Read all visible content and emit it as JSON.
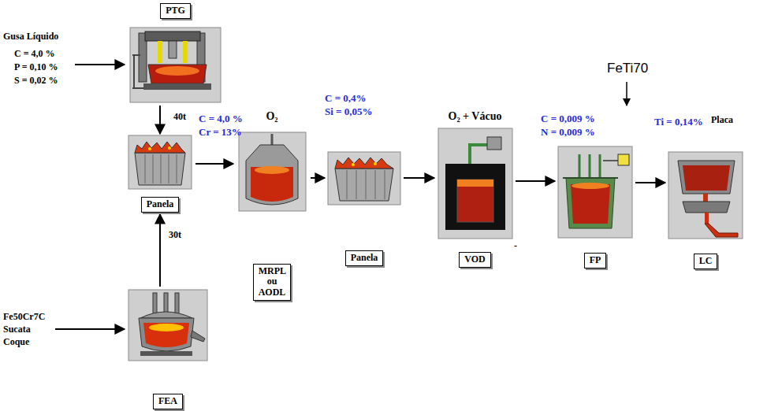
{
  "diagram": {
    "nodes": [
      {
        "text": [
          "PTG"
        ]
      },
      {
        "text": [
          "Panela"
        ]
      },
      {
        "text": [
          "FEA"
        ]
      },
      {
        "text": [
          "O₂",
          "MRPL ou AODL"
        ]
      },
      {
        "text": [
          "Panela"
        ]
      },
      {
        "text": [
          "O₂ + Vácuo",
          "VOD"
        ]
      },
      {
        "text": [
          "FP"
        ]
      },
      {
        "text": [
          "LC"
        ]
      }
    ],
    "edges": [
      {
        "from": 0,
        "to": 1,
        "arrow": "to"
      },
      {
        "from": 2,
        "to": 1,
        "arrow": "to"
      },
      {
        "from": 1,
        "to": 3,
        "arrow": "to"
      },
      {
        "from": 3,
        "to": 4,
        "arrow": "to"
      },
      {
        "from": 4,
        "to": 5,
        "arrow": "to"
      },
      {
        "from": 5,
        "to": 6,
        "arrow": "to"
      },
      {
        "from": 6,
        "to": 7,
        "arrow": "to"
      }
    ],
    "labels": [
      "Gusa Líquido",
      "C = 4,0 %",
      "P = 0,10 %",
      "S = 0,02 %",
      "40t",
      "C = 4,0 %",
      "Cr = 13%",
      "Fe50Cr7C",
      "Sucata",
      "Coque",
      "30t",
      "C = 0,4%",
      "Si = 0,05%",
      "-",
      "FeTi70",
      "C = 0,009 %",
      "N = 0,009 %",
      "Ti = 0,14%",
      "Placa"
    ]
  }
}
